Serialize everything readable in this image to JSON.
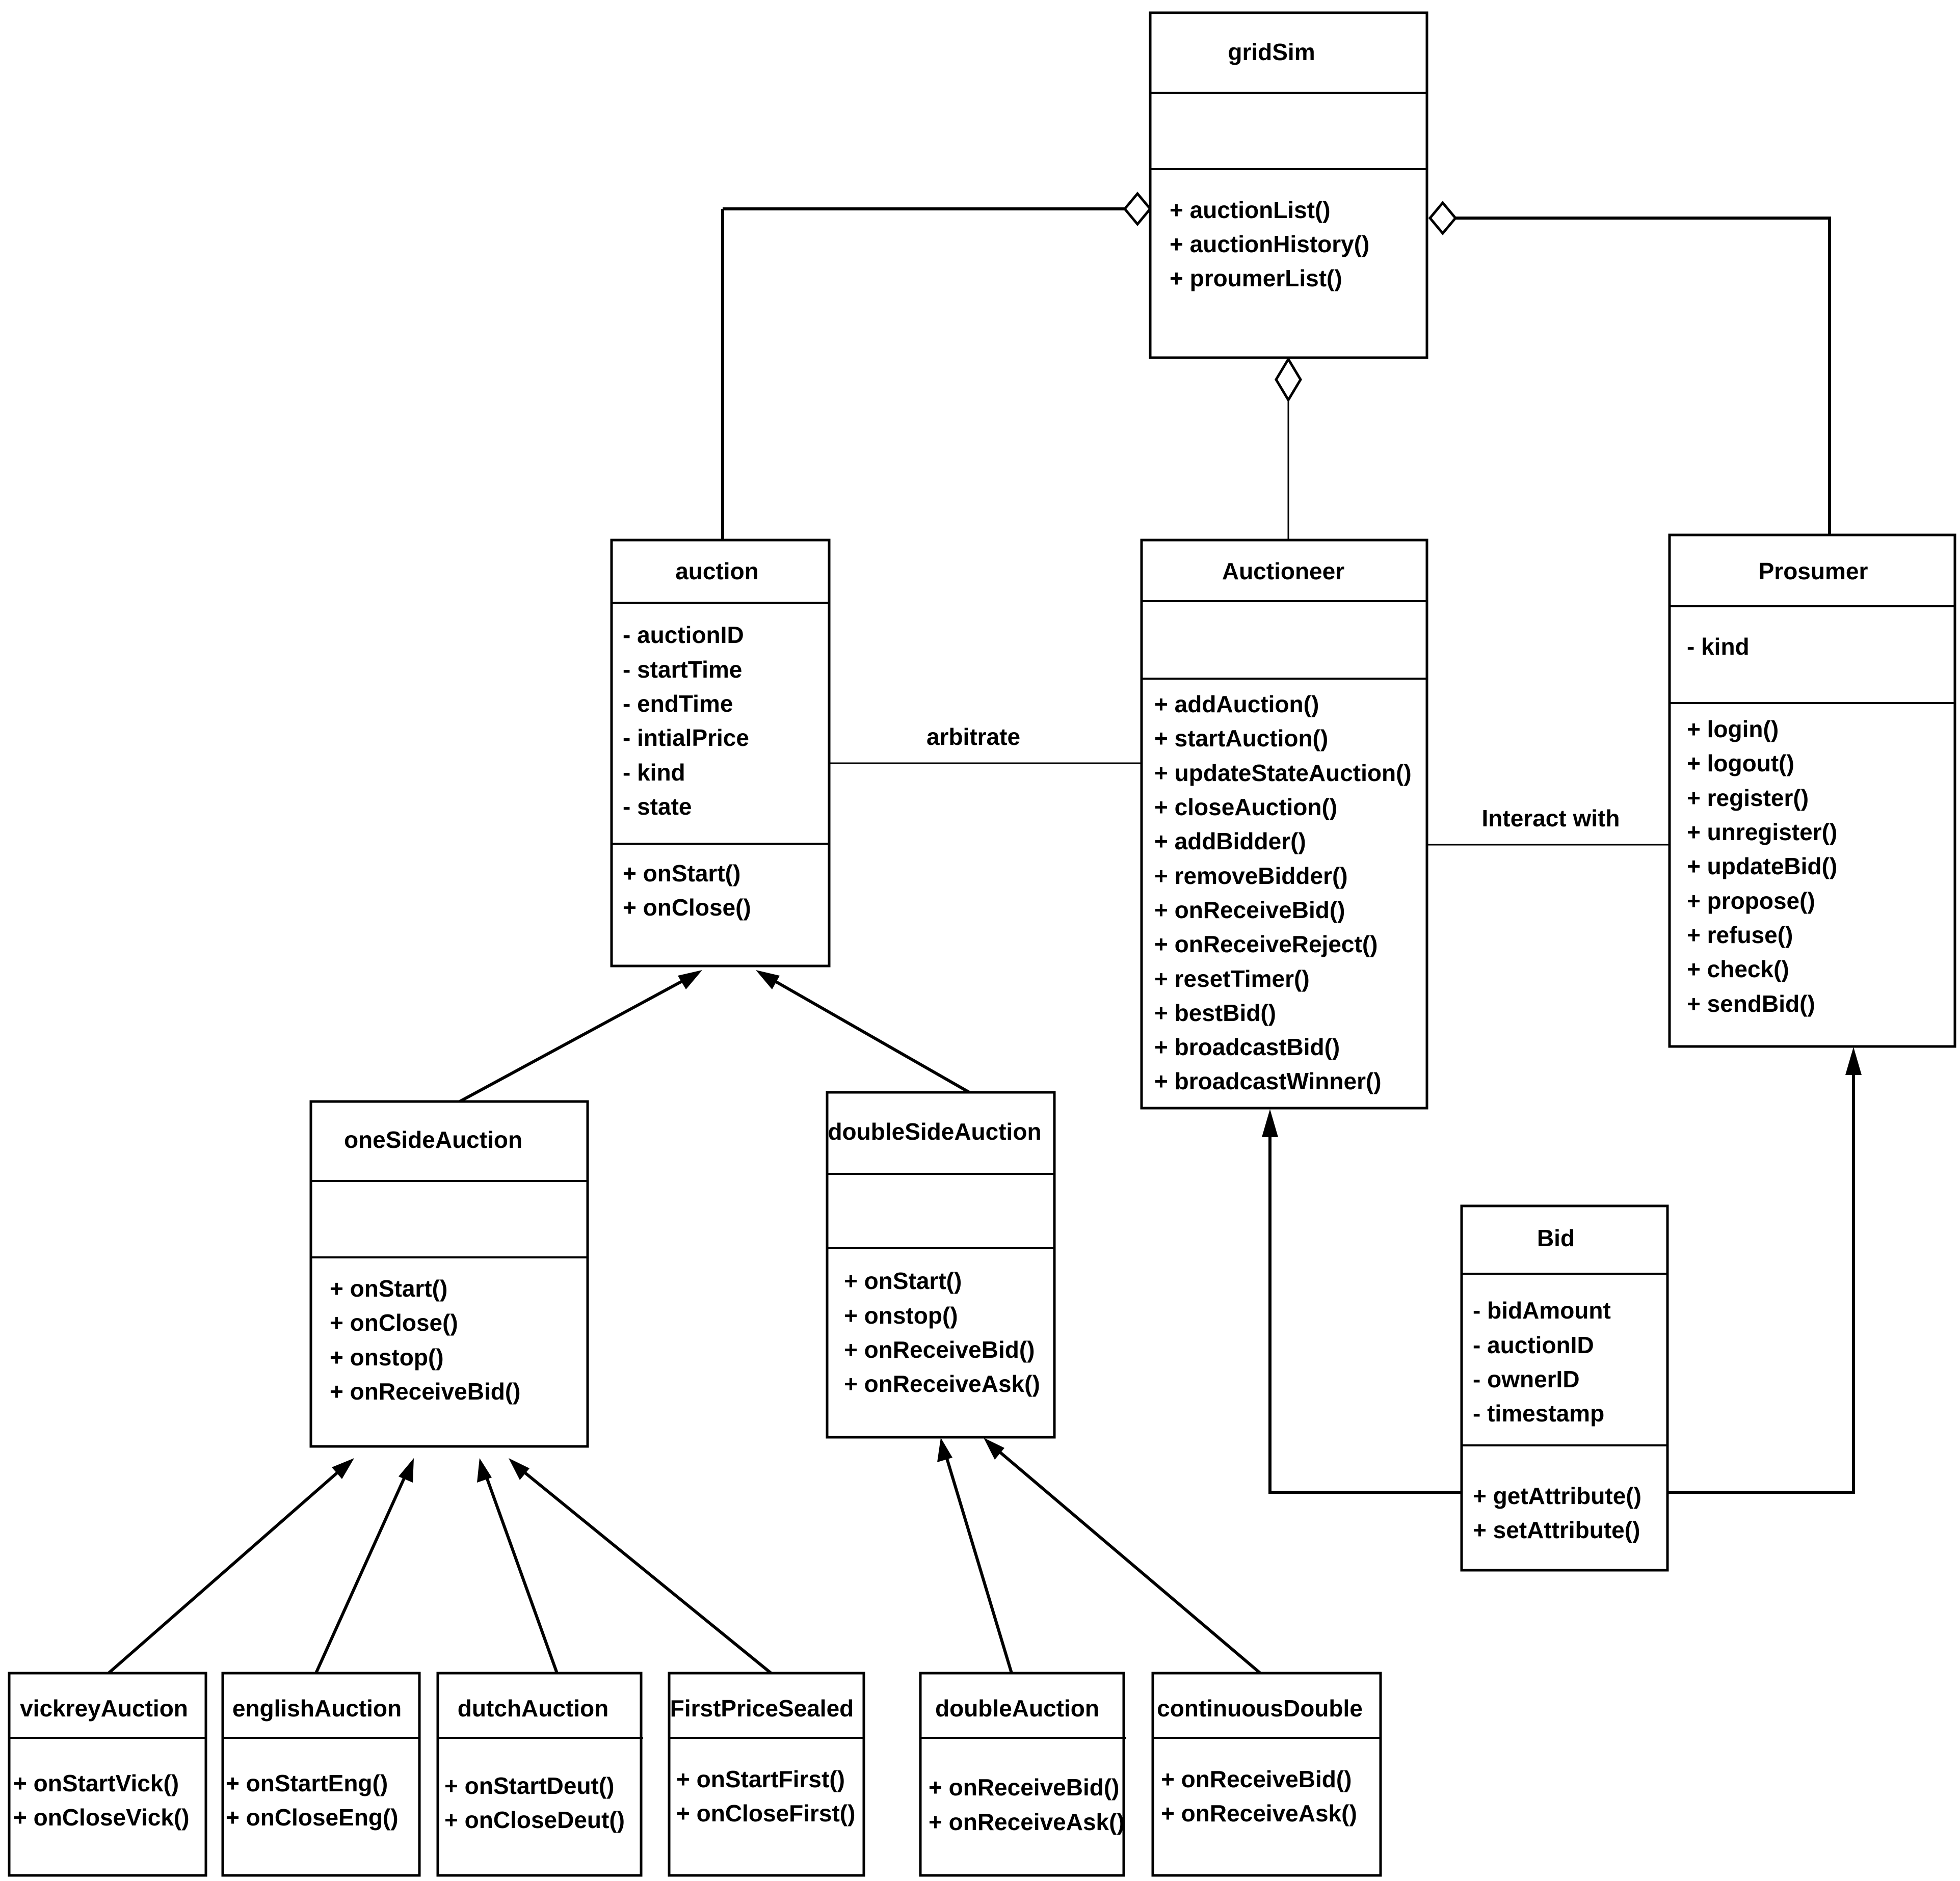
{
  "classes": {
    "gridSim": {
      "name": "gridSim",
      "attributes": [],
      "methods": [
        "+ auctionList()",
        "+ auctionHistory()",
        "+ proumerList()"
      ]
    },
    "auction": {
      "name": "auction",
      "attributes": [
        "- auctionID",
        "- startTime",
        "- endTime",
        "- intialPrice",
        "- kind",
        "- state"
      ],
      "methods": [
        "+ onStart()",
        "+ onClose()"
      ]
    },
    "auctioneer": {
      "name": "Auctioneer",
      "attributes": [],
      "methods": [
        "+ addAuction()",
        "+ startAuction()",
        "+ updateStateAuction()",
        "+ closeAuction()",
        "+ addBidder()",
        "+ removeBidder()",
        "+ onReceiveBid()",
        "+ onReceiveReject()",
        "+ resetTimer()",
        "+ bestBid()",
        "+ broadcastBid()",
        "+ broadcastWinner()"
      ]
    },
    "prosumer": {
      "name": "Prosumer",
      "attributes": [
        "- kind"
      ],
      "methods": [
        "+ login()",
        "+ logout()",
        "+ register()",
        "+ unregister()",
        "+ updateBid()",
        "+ propose()",
        "+ refuse()",
        "+ check()",
        "+ sendBid()"
      ]
    },
    "oneSideAuction": {
      "name": "oneSideAuction",
      "attributes": [],
      "methods": [
        "+ onStart()",
        "+ onClose()",
        "+ onstop()",
        "+ onReceiveBid()"
      ]
    },
    "doubleSideAuction": {
      "name": "doubleSideAuction",
      "attributes": [],
      "methods": [
        "+ onStart()",
        "+ onstop()",
        "+ onReceiveBid()",
        "+ onReceiveAsk()"
      ]
    },
    "bid": {
      "name": "Bid",
      "attributes": [
        "- bidAmount",
        "- auctionID",
        "- ownerID",
        "- timestamp"
      ],
      "methods": [
        "+ getAttribute()",
        "+ setAttribute()"
      ]
    },
    "vickreyAuction": {
      "name": "vickreyAuction",
      "methods": [
        "+ onStartVick()",
        "+ onCloseVick()"
      ]
    },
    "englishAuction": {
      "name": "englishAuction",
      "methods": [
        "+ onStartEng()",
        "+ onCloseEng()"
      ]
    },
    "dutchAuction": {
      "name": "dutchAuction",
      "methods": [
        "+ onStartDeut()",
        "+ onCloseDeut()"
      ]
    },
    "firstPriceSealed": {
      "name": "FirstPriceSealed",
      "methods": [
        "+ onStartFirst()",
        "+ onCloseFirst()"
      ]
    },
    "doubleAuction": {
      "name": "doubleAuction",
      "methods": [
        "+ onReceiveBid()",
        "+ onReceiveAsk()"
      ]
    },
    "continuousDouble": {
      "name": "continuousDouble",
      "methods": [
        "+ onReceiveBid()",
        "+ onReceiveAsk()"
      ]
    }
  },
  "associations": {
    "arbitrate": "arbitrate",
    "interact_with": "Interact with"
  }
}
